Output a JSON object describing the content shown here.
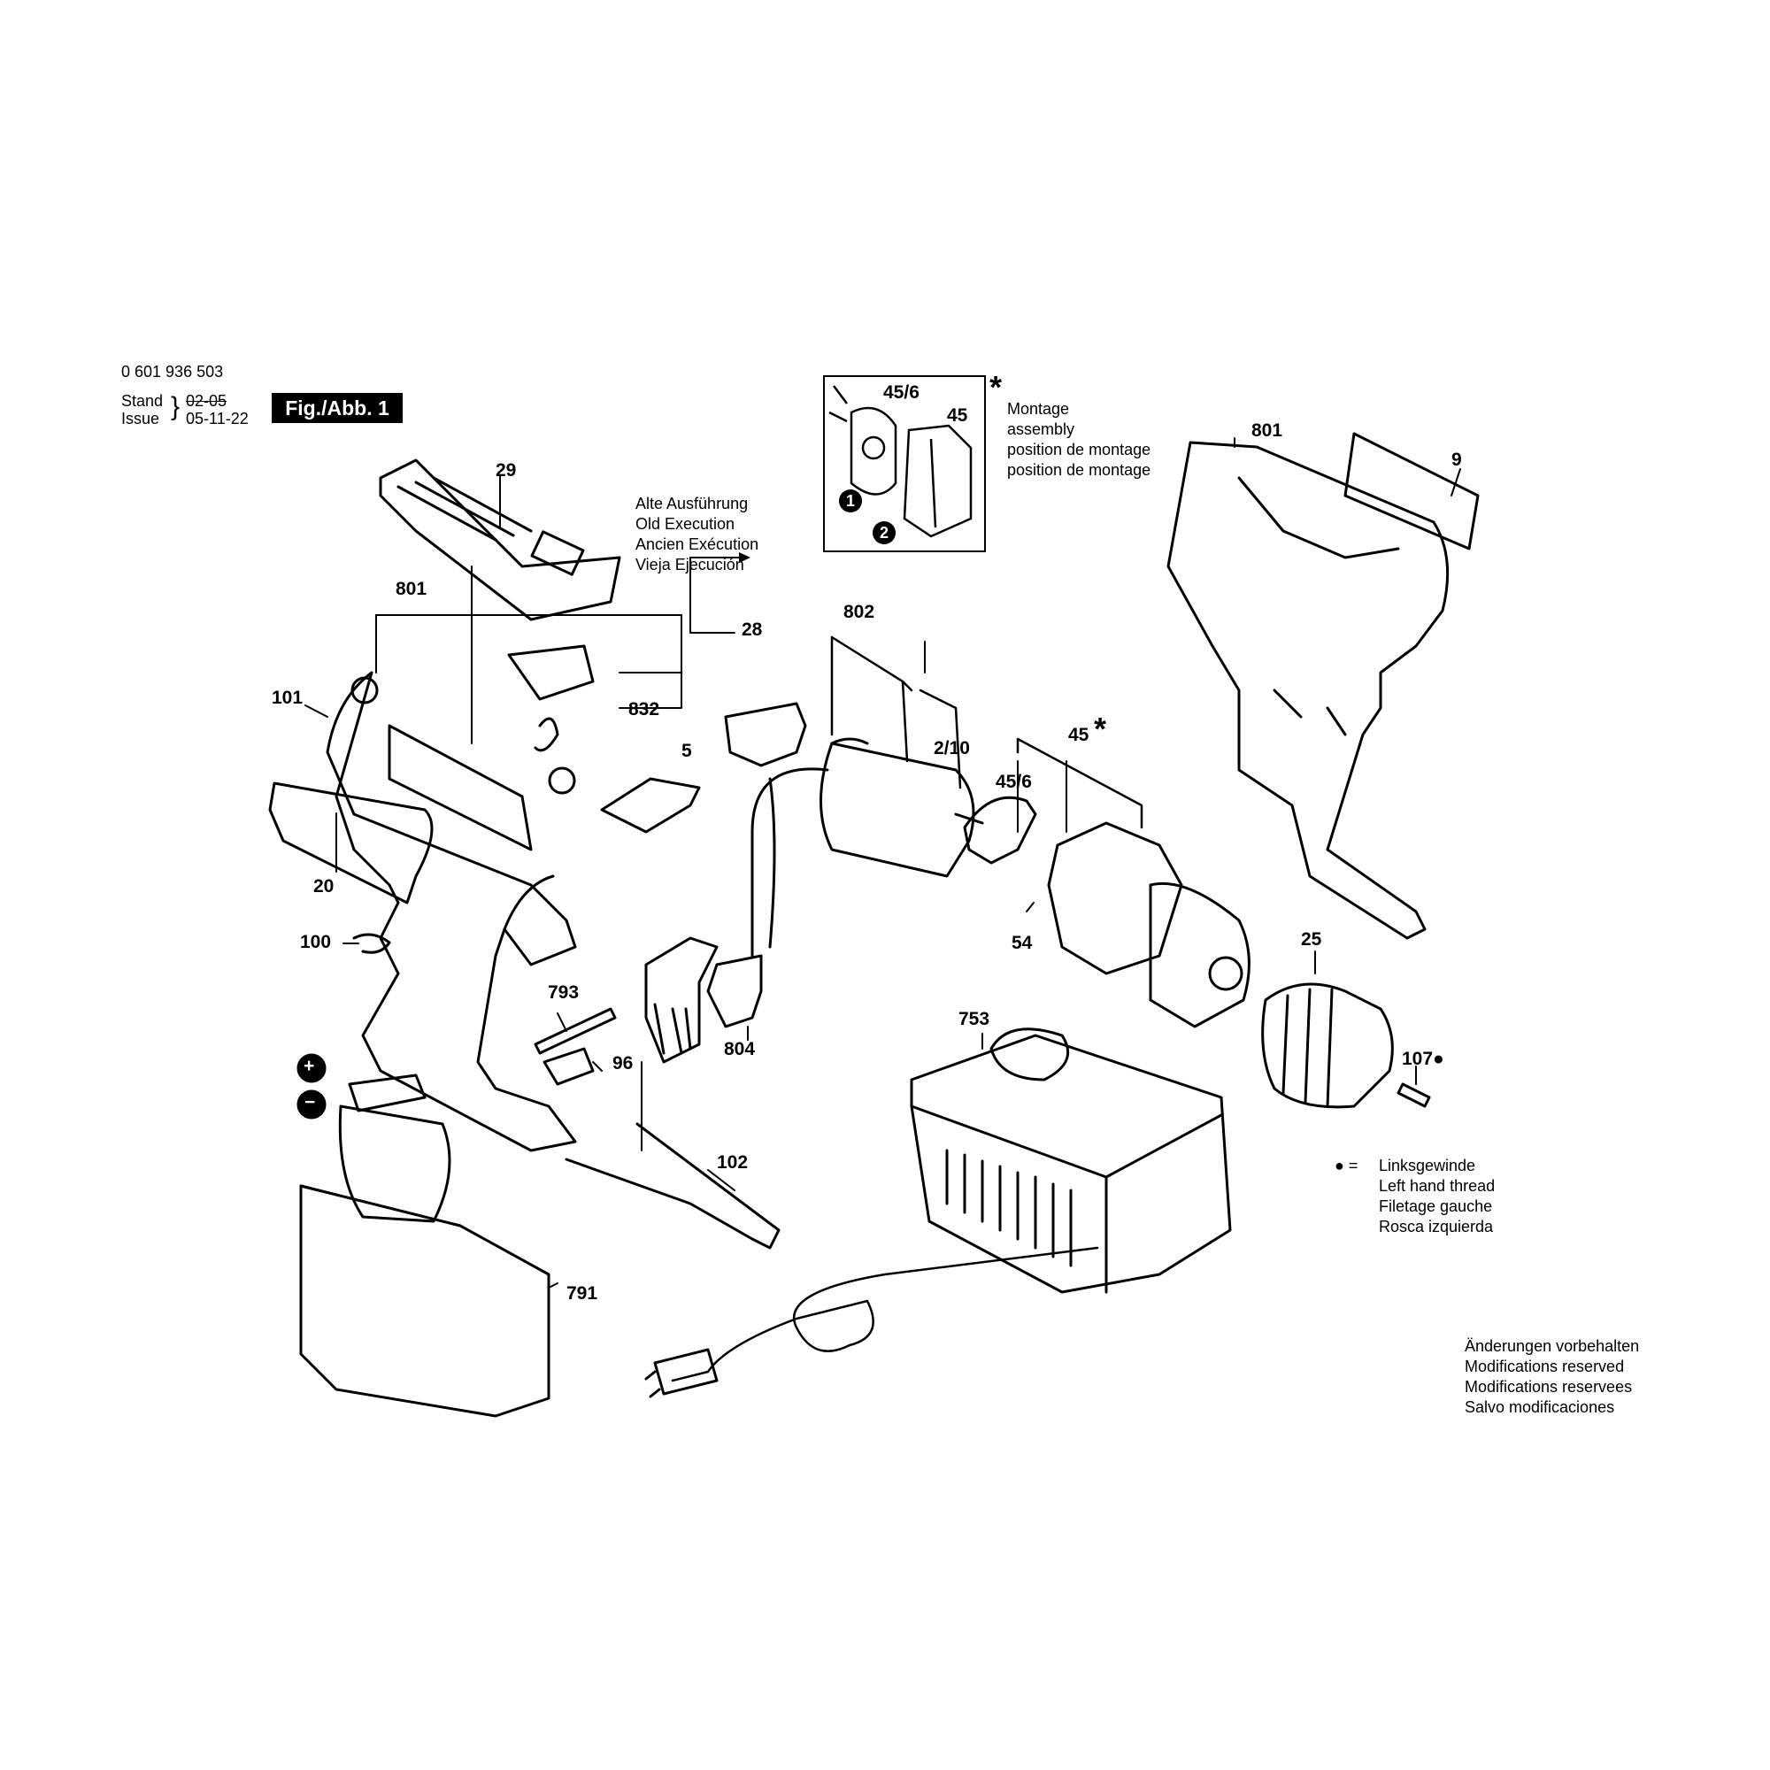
{
  "header": {
    "part_number": "0 601 936 503",
    "stand_label": "Stand",
    "issue_label": "Issue",
    "stand_date": "02-05",
    "issue_date": "05-11-22",
    "figure_label": "Fig./Abb. 1"
  },
  "notes": {
    "old_execution": [
      "Alte Ausführung",
      "Old Execution",
      "Ancien Exécution",
      "Vieja Ejecución"
    ],
    "assembly": [
      "Montage",
      "assembly",
      "position de montage",
      "position de montage"
    ],
    "left_hand_thread_symbol": "● =",
    "left_hand_thread": [
      "Linksgewinde",
      "Left hand thread",
      "Filetage gauche",
      "Rosca izquierda"
    ],
    "modifications": [
      "Änderungen vorbehalten",
      "Modifications reserved",
      "Modifications reservees",
      "Salvo modificaciones"
    ]
  },
  "inset": {
    "labels": [
      "45/6",
      "45"
    ],
    "steps": [
      "1",
      "2"
    ],
    "star": "*"
  },
  "part_labels": {
    "p29": "29",
    "p801_left": "801",
    "p101": "101",
    "p832": "832",
    "p5": "5",
    "p20": "20",
    "p100": "100",
    "p793": "793",
    "p96": "96",
    "p804": "804",
    "p28": "28",
    "p802": "802",
    "p2_10": "2/10",
    "p45_6": "45/6",
    "p45": "45",
    "p45_star": "*",
    "p54": "54",
    "p25": "25",
    "p107": "107●",
    "p753": "753",
    "p102": "102",
    "p791": "791",
    "p801_right": "801",
    "p9": "9",
    "plus": "+",
    "minus": "−"
  },
  "icons": [
    "plus-terminal-icon",
    "minus-terminal-icon",
    "asterisk-icon",
    "arrow-icon"
  ]
}
